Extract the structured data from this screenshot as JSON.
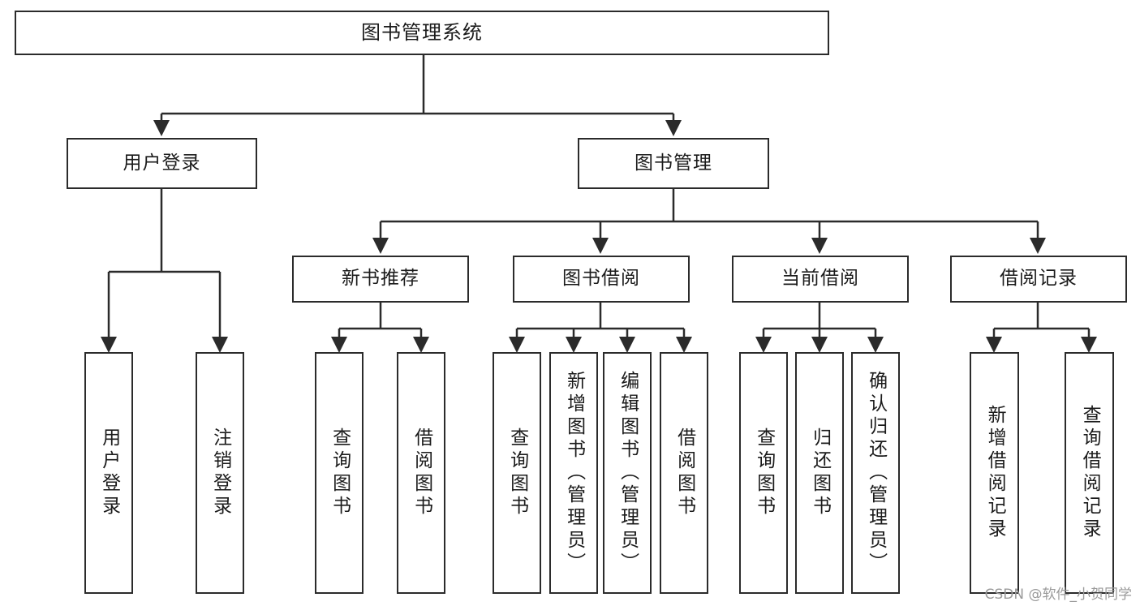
{
  "diagram": {
    "type": "tree-hierarchy",
    "title": "图书管理系统",
    "watermark": "CSDN @软件_小贺同学",
    "colors": {
      "box_stroke": "#2b2b2b",
      "box_fill": "#ffffff",
      "connector": "#2b2b2b",
      "text": "#1b1b1b",
      "watermark": "#9a9a9a"
    },
    "nodes": {
      "root": {
        "label": "图书管理系统"
      },
      "level2": [
        {
          "label": "用户登录"
        },
        {
          "label": "图书管理"
        }
      ],
      "level3": [
        {
          "label": "新书推荐"
        },
        {
          "label": "图书借阅"
        },
        {
          "label": "当前借阅"
        },
        {
          "label": "借阅记录"
        }
      ],
      "leaves": {
        "user_login": [
          {
            "label": "用户登录"
          },
          {
            "label": "注销登录"
          }
        ],
        "new_book_recommend": [
          {
            "label": "查询图书"
          },
          {
            "label": "借阅图书"
          }
        ],
        "book_borrow": [
          {
            "label": "查询图书"
          },
          {
            "label": "新增图书（管理员）"
          },
          {
            "label": "编辑图书（管理员）"
          },
          {
            "label": "借阅图书"
          }
        ],
        "current_borrow": [
          {
            "label": "查询图书"
          },
          {
            "label": "归还图书"
          },
          {
            "label": "确认归还（管理员）"
          }
        ],
        "borrow_record": [
          {
            "label": "新增借阅记录"
          },
          {
            "label": "查询借阅记录"
          }
        ]
      }
    }
  }
}
